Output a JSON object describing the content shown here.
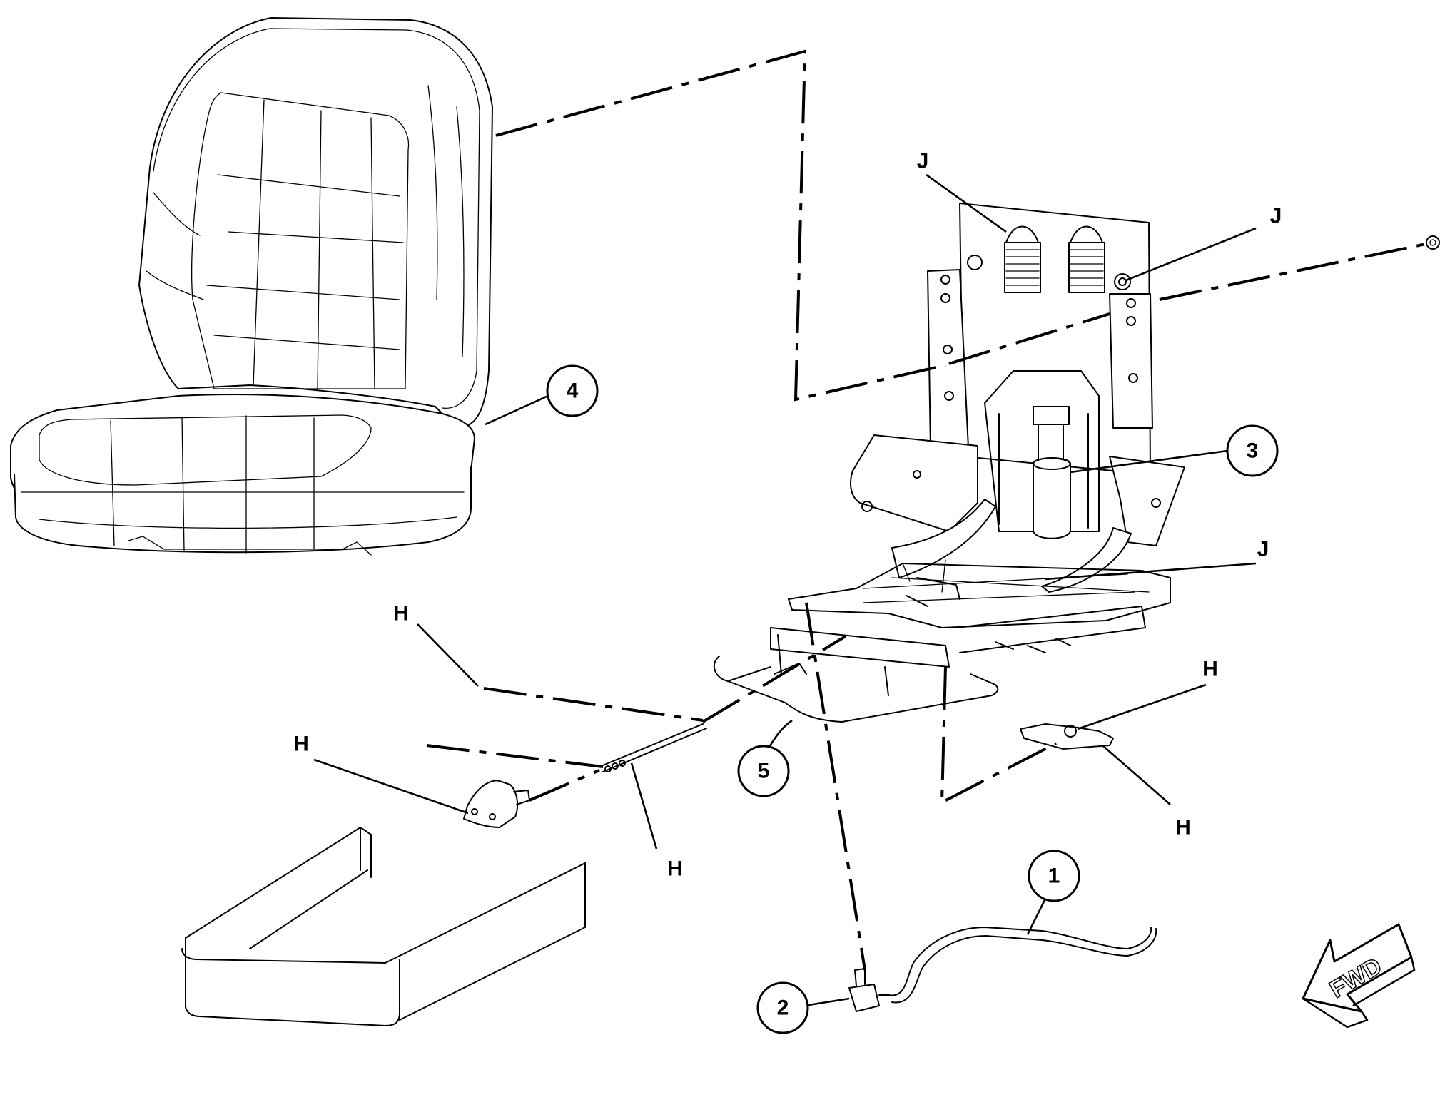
{
  "diagram": {
    "callouts": {
      "c1": "1",
      "c2": "2",
      "c3": "3",
      "c4": "4",
      "c5": "5"
    },
    "letters": {
      "h_upper_left": "H",
      "h_knob": "H",
      "h_rod": "H",
      "h_right_upper": "H",
      "h_right_lower": "H",
      "j_spring_left": "J",
      "j_spring_right": "J",
      "j_rail": "J"
    },
    "direction_arrow": {
      "label": "FWD"
    },
    "icons": [
      "seat-cushion-assembly",
      "seat-suspension",
      "gas-spring",
      "extension-springs",
      "seat-switch",
      "wiring-harness",
      "adjustment-handle",
      "knob",
      "bolster-pan",
      "forward-arrow"
    ]
  }
}
